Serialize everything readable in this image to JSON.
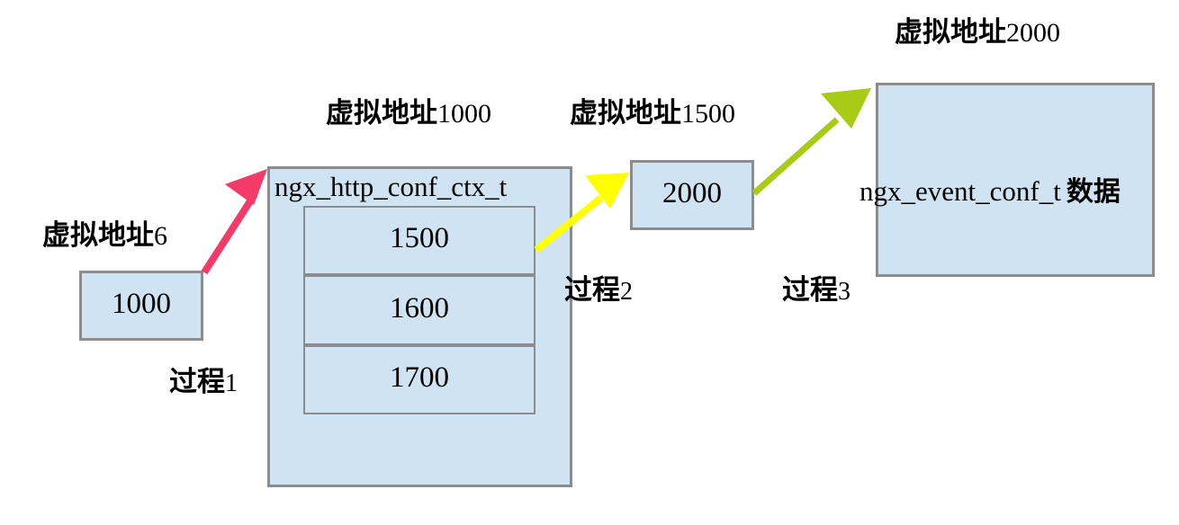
{
  "diagram": {
    "title_text": "nginx ngx_http_conf_ctx_t pointer dereference diagram",
    "background": "#ffffff",
    "box_fill": "#cfe3f2",
    "box_border": "#8c8c8c",
    "arrow_colors": {
      "process1": "#f43a68",
      "process2": "#ffff00",
      "process3": "#a8cc16"
    }
  },
  "labels": {
    "addr_6": {
      "cjk": "虚拟地址",
      "num": "6"
    },
    "addr_1000": {
      "cjk": "虚拟地址",
      "num": "1000"
    },
    "addr_1500": {
      "cjk": "虚拟地址",
      "num": "1500"
    },
    "addr_2000": {
      "cjk": "虚拟地址",
      "num": "2000"
    },
    "process_1": {
      "cjk": "过程",
      "num": "1"
    },
    "process_2": {
      "cjk": "过程",
      "num": "2"
    },
    "process_3": {
      "cjk": "过程",
      "num": "3"
    }
  },
  "boxes": {
    "pointer_box": {
      "value": "1000"
    },
    "ctx_struct": {
      "type_name": "ngx_http_conf_ctx_t",
      "slots": [
        {
          "value": "1500"
        },
        {
          "value": "1600"
        },
        {
          "value": "1700"
        }
      ]
    },
    "mid_pointer_box": {
      "value": "2000"
    },
    "event_conf_box": {
      "type_name": "ngx_event_conf_t",
      "suffix_cjk": "数据"
    }
  }
}
